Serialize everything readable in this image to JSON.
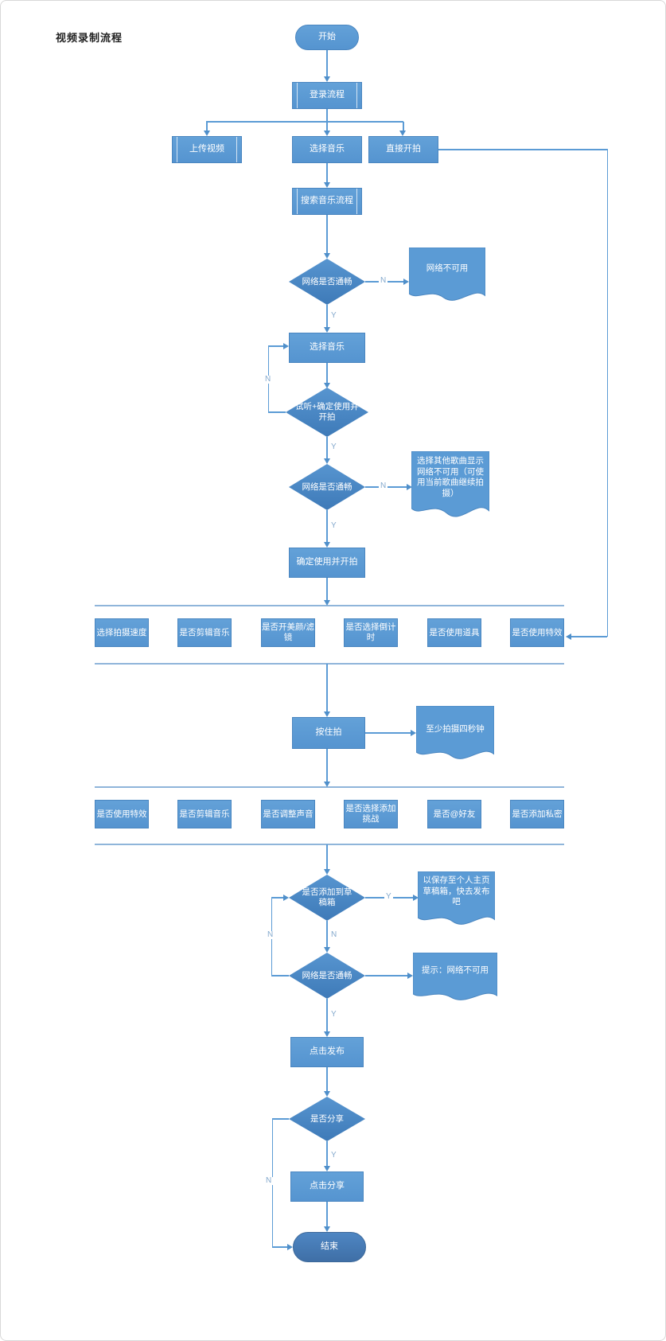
{
  "page": {
    "title": "视频录制流程"
  },
  "edge_labels": {
    "yes": "Y",
    "no": "N"
  },
  "colors": {
    "shape_fill": "#5b9bd5",
    "shape_border": "#4a86c0",
    "decision_fill": "#4a86c5",
    "end_fill": "#466fa6",
    "connector": "#5b9bd5",
    "edge_label_text": "#84a9cd",
    "title_text": "#222222"
  },
  "flow": {
    "start": "开始",
    "login": "登录流程",
    "upload": "上传视频",
    "choose_music": "选择音乐",
    "direct_shoot": "直接开拍",
    "search_music": "搜索音乐流程",
    "net_check1": "网络是否通畅",
    "doc_net_unavailable": "网络不可用",
    "choose_music2": "选择音乐",
    "audition_confirm": "试听+确定使用并开拍",
    "net_check2": "网络是否通畅",
    "doc_other_song": "选择其他歌曲显示网络不可用（可使用当前歌曲继续拍摄）",
    "confirm_shoot": "确定使用并开拍",
    "options_row1": [
      "选择拍摄速度",
      "是否剪辑音乐",
      "是否开美颜/滤镜",
      "是否选择倒计时",
      "是否使用道具",
      "是否使用特效"
    ],
    "hold_to_shoot": "按住拍",
    "doc_min_duration": "至少拍摄四秒钟",
    "options_row2": [
      "是否使用特效",
      "是否剪辑音乐",
      "是否调整声音",
      "是否选择添加挑战",
      "是否@好友",
      "是否添加私密"
    ],
    "draft_check": "是否添加到草稿箱",
    "doc_saved_draft": "以保存至个人主页草稿箱，快去发布吧",
    "net_check3": "网络是否通畅",
    "doc_tip_net": "提示：网络不可用",
    "publish": "点击发布",
    "share_check": "是否分享",
    "share": "点击分享",
    "end": "结束"
  }
}
